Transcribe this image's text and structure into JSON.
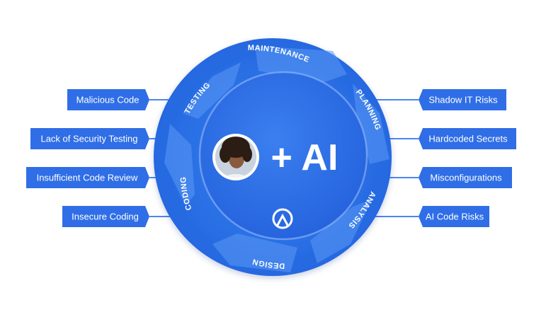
{
  "center": {
    "title": "+ AI",
    "avatar_label": "developer-avatar"
  },
  "cycle_stages": [
    "MAINTENANCE",
    "PLANNING",
    "ANALYSIS",
    "DESIGN",
    "CODING",
    "TESTING"
  ],
  "left_risks": [
    "Malicious Code",
    "Lack of Security Testing",
    "Insufficient Code Review",
    "Insecure Coding"
  ],
  "right_risks": [
    "Shadow IT Risks",
    "Hardcoded Secrets",
    "Misconfigurations",
    "AI Code Risks"
  ],
  "colors": {
    "primary": "#2a73e8",
    "box": "#2f6ee6",
    "line": "#4b86ec",
    "arrow_light": "#4a8cf0",
    "arrow_dark": "#1f5fd6",
    "inner": "#2d6fe3",
    "ring": "#9ec1ff",
    "text": "#ffffff"
  }
}
